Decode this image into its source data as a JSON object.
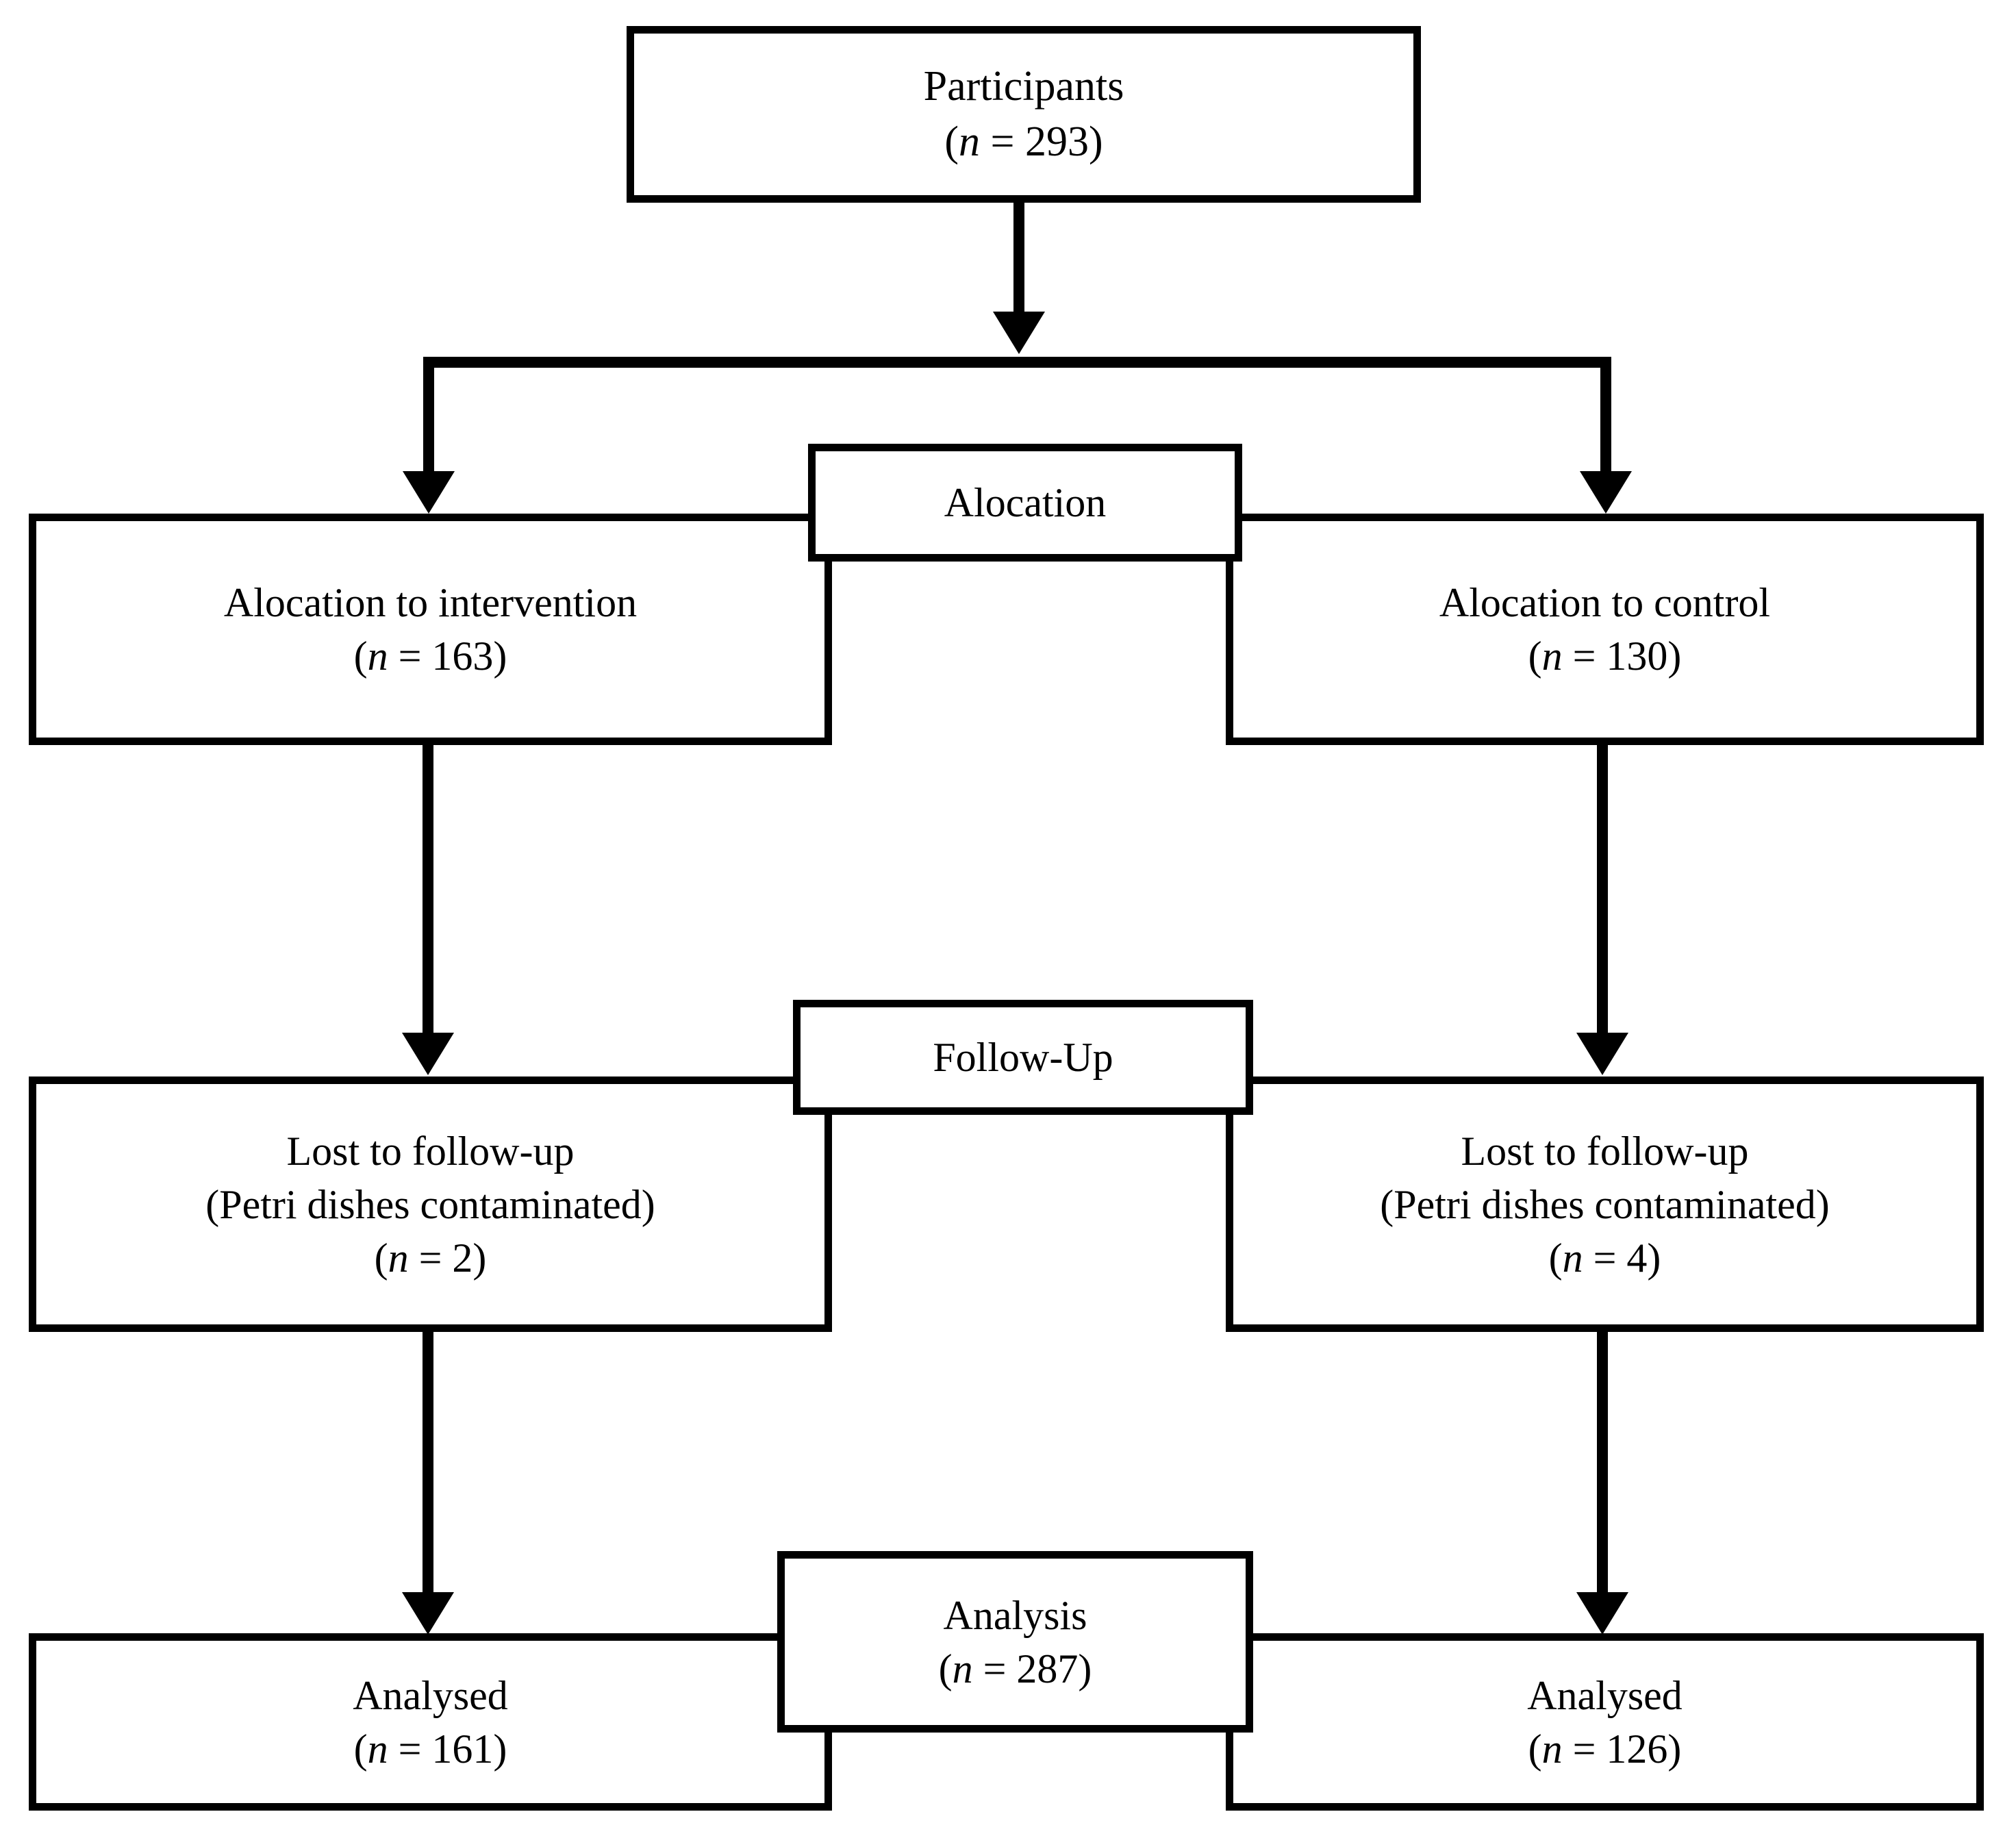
{
  "diagram": {
    "title": "CONSORT participant flow diagram",
    "colors": {
      "stroke": "#000000",
      "background": "#ffffff",
      "text": "#000000"
    },
    "top": {
      "label": "Participants",
      "count_line": "(n = 293)",
      "n_symbol": "n",
      "n_value": "293"
    },
    "stages": [
      {
        "key": "allocation",
        "label": "Alocation"
      },
      {
        "key": "follow_up",
        "label": "Follow-Up"
      },
      {
        "key": "analysis",
        "label": "Analysis",
        "count_line": "(n = 287)",
        "n_value": "287"
      }
    ],
    "rows": {
      "allocation": {
        "left": {
          "line1": "Alocation to intervention",
          "line2": "(n = 163)",
          "n_value": "163"
        },
        "right": {
          "line1": "Alocation to control",
          "line2": "(n = 130)",
          "n_value": "130"
        }
      },
      "follow_up": {
        "left": {
          "line1": "Lost to follow-up",
          "line2": "(Petri dishes contaminated)",
          "line3": "(n = 2)",
          "n_value": "2"
        },
        "right": {
          "line1": "Lost to follow-up",
          "line2": "(Petri dishes contaminated)",
          "line3": "(n = 4)",
          "n_value": "4"
        }
      },
      "analysis": {
        "left": {
          "line1": "Analysed",
          "line2": "(n = 161)",
          "n_value": "161"
        },
        "right": {
          "line1": "Analysed",
          "line2": "(n = 126)",
          "n_value": "126"
        }
      }
    }
  }
}
